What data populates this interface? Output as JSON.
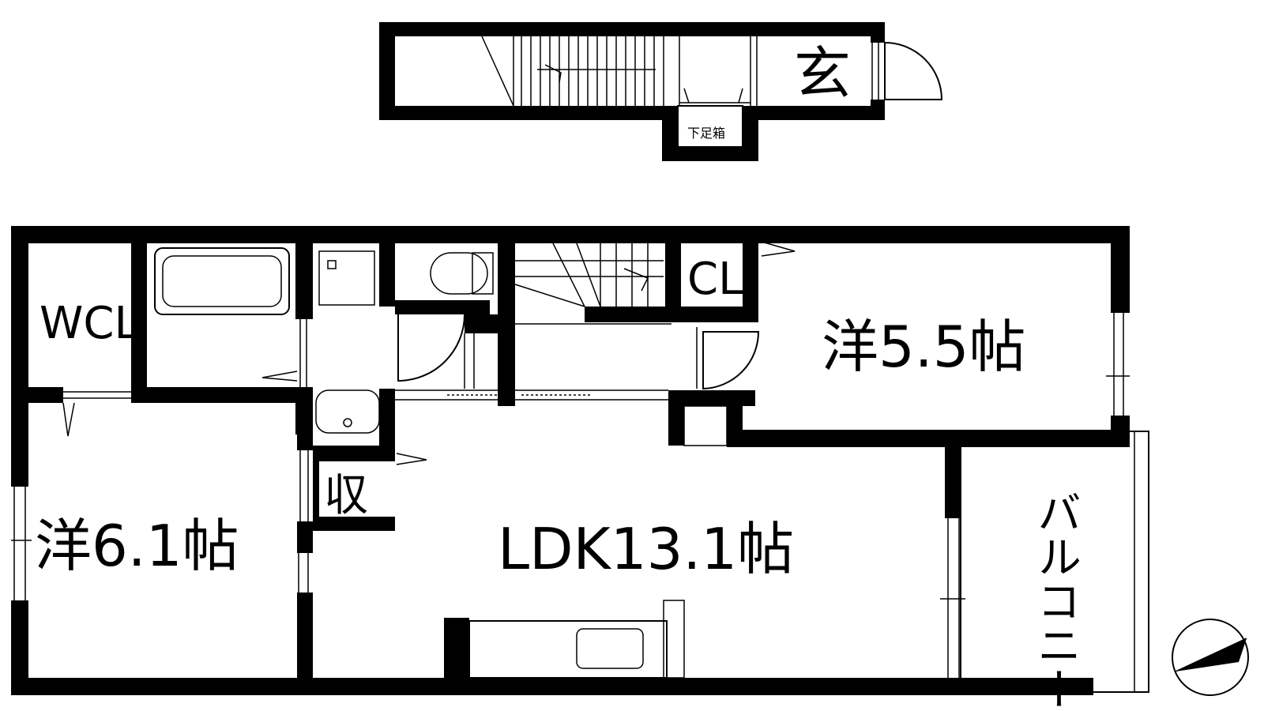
{
  "rooms": {
    "entrance": "玄",
    "shoe_box": "下足箱",
    "wcl": "WCL",
    "cl": "CL",
    "storage": "収",
    "western_room_1": "洋5.5帖",
    "western_room_2": "洋6.1帖",
    "ldk": "LDK13.1帖",
    "balcony": "バルコニー"
  },
  "icons": {
    "compass": "north-arrow-icon",
    "bathtub": "bathtub-icon",
    "toilet": "toilet-icon",
    "washbasin": "washbasin-icon",
    "washing_machine": "washing-machine-icon",
    "sink": "kitchen-sink-icon",
    "stairs": "stairs-icon"
  }
}
